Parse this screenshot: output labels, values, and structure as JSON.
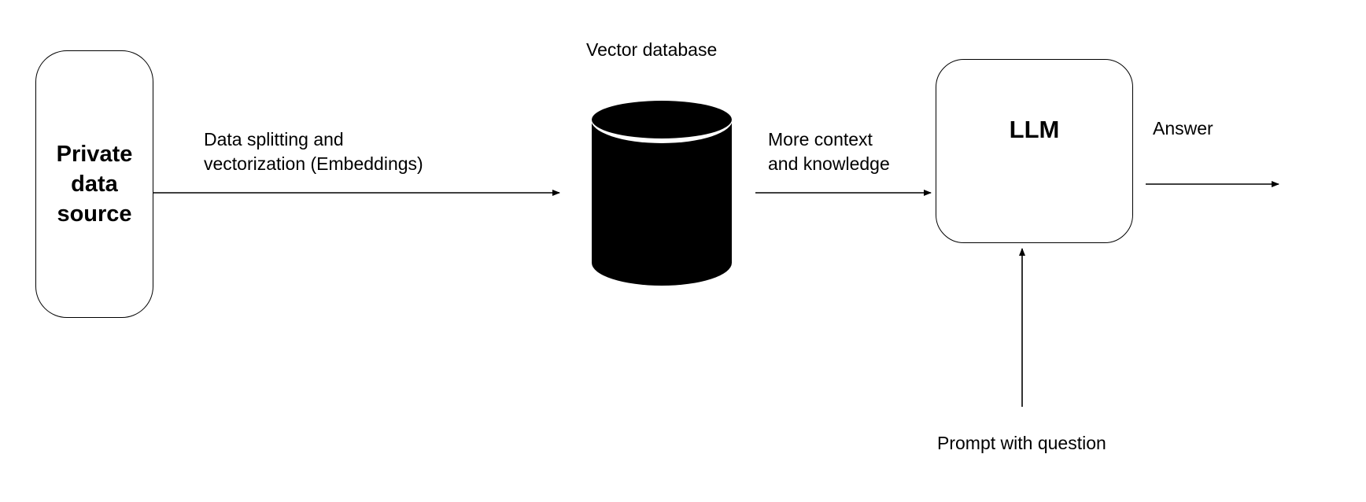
{
  "nodes": {
    "source": {
      "label_lines": [
        "Private",
        "data",
        "source"
      ]
    },
    "database": {
      "label": "Vector database"
    },
    "llm": {
      "label": "LLM"
    }
  },
  "edges": {
    "source_to_db": {
      "label_lines": [
        "Data splitting and",
        "vectorization (Embeddings)"
      ]
    },
    "db_to_llm": {
      "label_lines": [
        "More context",
        "and knowledge"
      ]
    },
    "llm_to_out": {
      "label": "Answer"
    },
    "prompt_to_llm": {
      "label": "Prompt with question"
    }
  }
}
